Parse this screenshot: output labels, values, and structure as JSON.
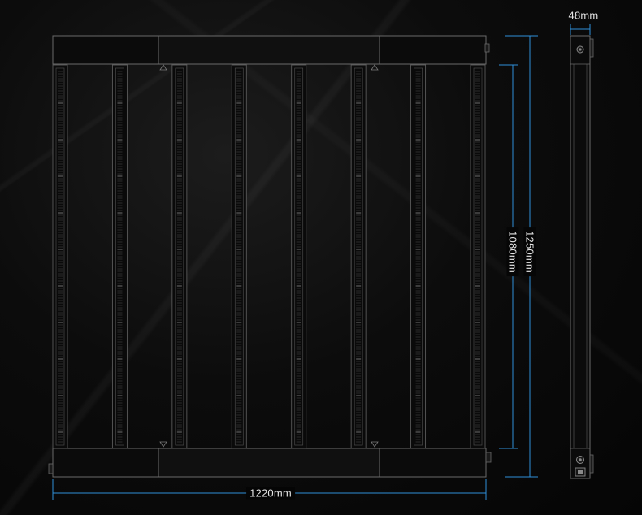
{
  "dimensions": {
    "width_label": "1220mm",
    "height_label": "1250mm",
    "bar_length_label": "1080mm",
    "depth_label": "48mm"
  },
  "colors": {
    "dimension_line": "#2f8fd8",
    "outline": "#6a6a6a",
    "frame_fill": "#0b0b0b"
  },
  "light_bar_count": 8
}
